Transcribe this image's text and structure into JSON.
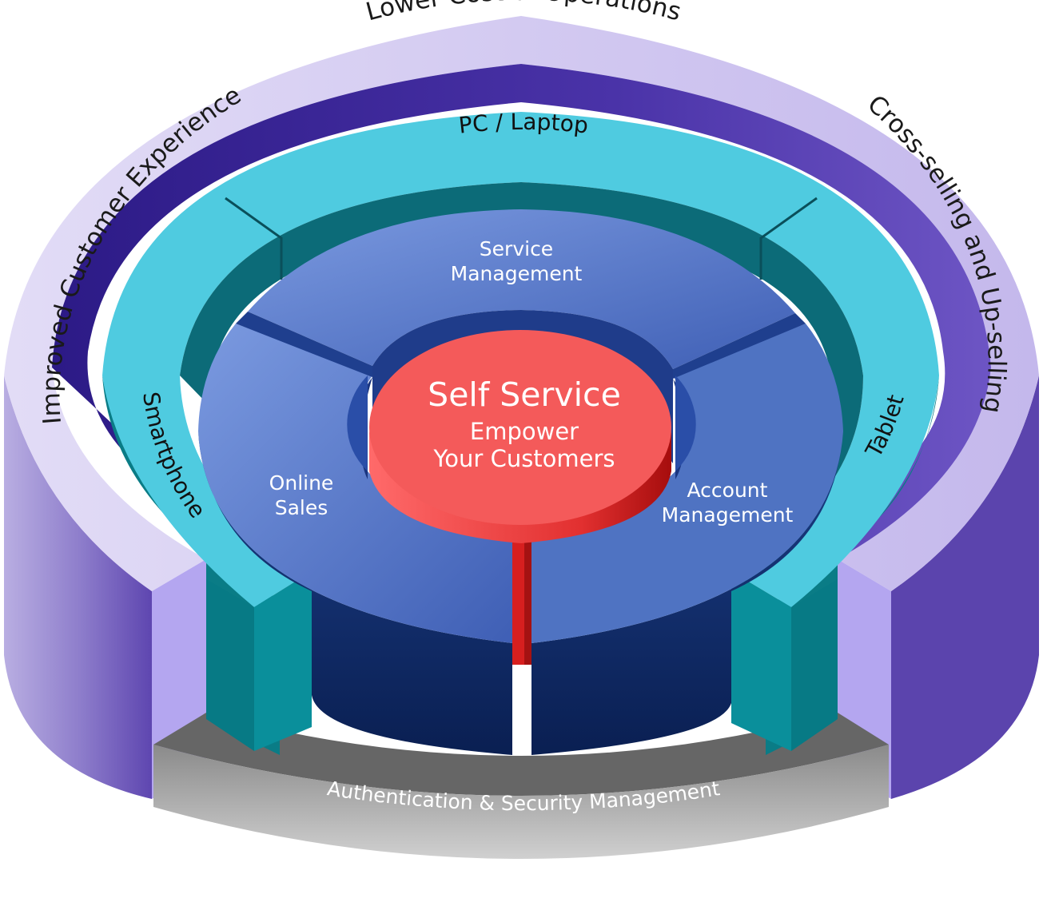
{
  "outer_ring": {
    "top": "Lower Cost of Operations",
    "left": "Improved Customer Experience",
    "right": "Cross-selling and Up-selling"
  },
  "device_ring": {
    "top": "PC / Laptop",
    "left": "Smartphone",
    "right": "Tablet"
  },
  "segments": {
    "top": [
      "Service",
      "Management"
    ],
    "left": [
      "Online",
      "Sales"
    ],
    "right": [
      "Account",
      "Management"
    ]
  },
  "core": {
    "title": "Self Service",
    "subtitle_line1": "Empower",
    "subtitle_line2": "Your Customers"
  },
  "base": {
    "label": "Authentication & Security Management"
  },
  "colors": {
    "outer_ring_top": "#d8d0f2",
    "outer_ring_side": "#9a88d0",
    "outer_ring_inner": "#3b2a95",
    "device_ring_top": "#4fcbe0",
    "device_ring_side": "#0c8a96",
    "segment_top": "#5577c8",
    "segment_side": "#0f2a66",
    "core_top": "#f05555",
    "core_side": "#c01818",
    "base_top": "#6a6a6a",
    "base_side": "#b5b5b5"
  }
}
